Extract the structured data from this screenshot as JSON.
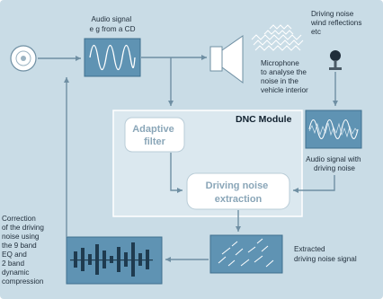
{
  "labels": {
    "audio_signal": [
      "Audio signal",
      "e g  from a CD"
    ],
    "driving_noise": [
      "Driving noise",
      "wind  reflections",
      "etc"
    ],
    "microphone": [
      "Microphone",
      "to analyse the",
      "noise in the",
      "vehicle interior"
    ],
    "dnc_module": "DNC Module",
    "adaptive_filter": [
      "Adaptive",
      "filter"
    ],
    "extraction": [
      "Driving noise",
      "extraction"
    ],
    "audio_with_noise": [
      "Audio signal with",
      "driving noise"
    ],
    "extracted": [
      "Extracted",
      "driving noise signal"
    ],
    "correction": [
      "Correction",
      "of the driving",
      "noise using",
      "the 9 band",
      "EQ and",
      "2 band",
      "dynamic",
      "compression"
    ]
  },
  "colors": {
    "background": "#c9dce6",
    "module": "#dbe8ef",
    "signal_box": "#5f93b3",
    "node": "#ffffff",
    "arrow": "#6f8fa3"
  },
  "icons": {
    "cd": "cd-disc-icon",
    "speaker": "loudspeaker-icon",
    "microphone": "microphone-icon",
    "noise": "noise-waves-icon"
  }
}
